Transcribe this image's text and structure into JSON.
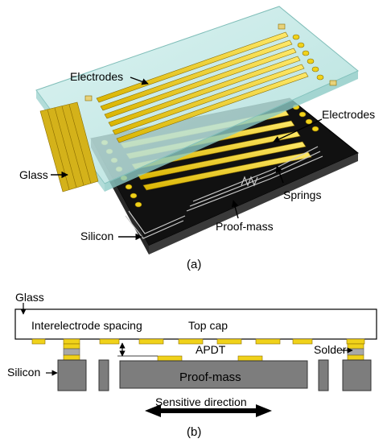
{
  "top": {
    "labels": {
      "electrodes_glass": "Electrodes",
      "electrodes_silicon": "Electrodes",
      "glass": "Glass",
      "springs": "Springs",
      "silicon": "Silicon",
      "proof_mass": "Proof-mass"
    },
    "caption": "(a)"
  },
  "bottom": {
    "labels": {
      "glass": "Glass",
      "interelectrode_spacing": "Interelectrode spacing",
      "top_cap": "Top cap",
      "apdt": "APDT",
      "solder": "Solder",
      "silicon": "Silicon",
      "proof_mass": "Proof-mass",
      "sensitive_direction": "Sensitive direction"
    },
    "caption": "(b)"
  },
  "colors": {
    "glass": "#bfe6e4",
    "glass_edge": "#7fbdb8",
    "gold": "#f0d21a",
    "gold_edge": "#9a7c00",
    "silicon_dark": "#1a1a1a",
    "gray_block": "#7d7d7d",
    "arrow": "#000000"
  }
}
